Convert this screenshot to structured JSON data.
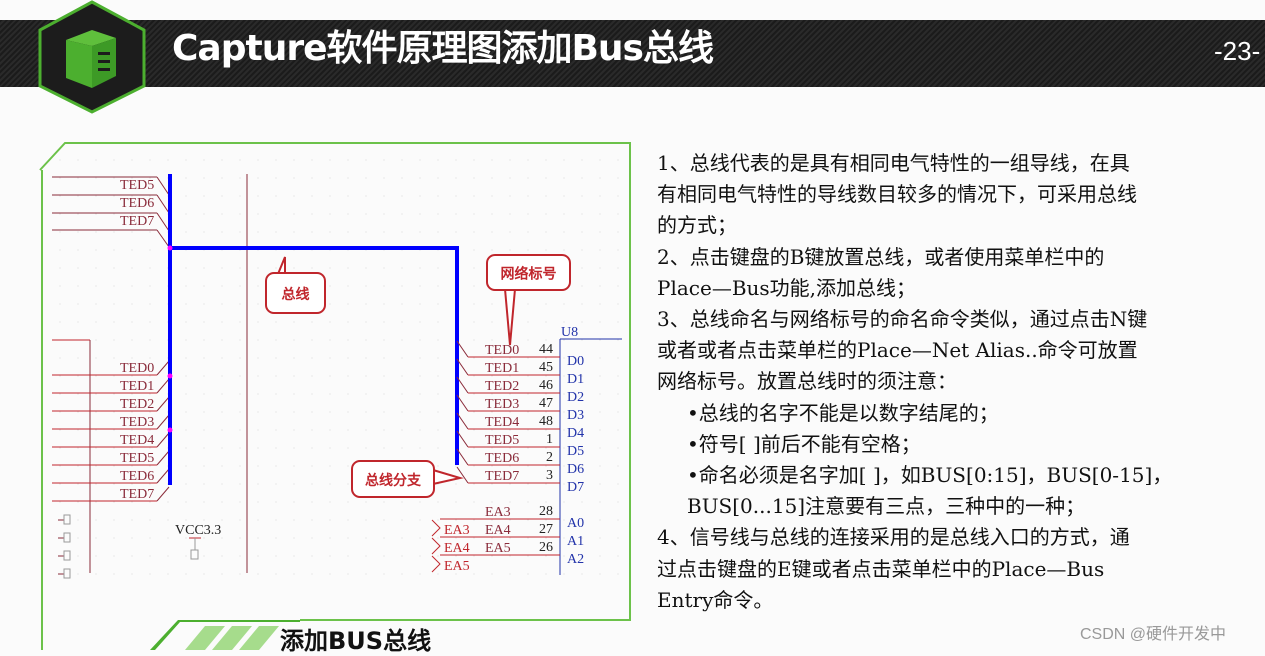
{
  "header": {
    "title": "Capture软件原理图添加Bus总线",
    "page_number": "-23-",
    "accent": "#4caf2f"
  },
  "schematic": {
    "left_top_labels": [
      "TED5",
      "TED6",
      "TED7"
    ],
    "left_bottom_labels": [
      "TED0",
      "TED1",
      "TED2",
      "TED3",
      "TED4",
      "TED5",
      "TED6",
      "TED7"
    ],
    "power_label": "VCC3.3",
    "part_ref": "U8",
    "right_nets": [
      {
        "net": "TED0",
        "pin": "44",
        "pin_name": "D0"
      },
      {
        "net": "TED1",
        "pin": "45",
        "pin_name": "D1"
      },
      {
        "net": "TED2",
        "pin": "46",
        "pin_name": "D2"
      },
      {
        "net": "TED3",
        "pin": "47",
        "pin_name": "D3"
      },
      {
        "net": "TED4",
        "pin": "48",
        "pin_name": "D4"
      },
      {
        "net": "TED5",
        "pin": "1",
        "pin_name": "D5"
      },
      {
        "net": "TED6",
        "pin": "2",
        "pin_name": "D6"
      },
      {
        "net": "TED7",
        "pin": "3",
        "pin_name": "D7"
      }
    ],
    "addr_nets": [
      {
        "net": "EA3",
        "pin": "28",
        "pin_name": "A0",
        "port": "EA3"
      },
      {
        "net": "EA4",
        "pin": "27",
        "pin_name": "A1",
        "port": "EA4"
      },
      {
        "net": "EA5",
        "pin": "26",
        "pin_name": "A2",
        "port": "EA5"
      }
    ],
    "callouts": {
      "bus": "总线",
      "net_alias": "网络标号",
      "bus_entry": "总线分支"
    },
    "bus_color": "#0000ff",
    "wire_color": "#c0262c"
  },
  "caption": "添加BUS总线",
  "notes": [
    {
      "text": "1、总线代表的是具有相同电气特性的一组导线，在具",
      "indent": false
    },
    {
      "text": "有相同电气特性的导线数目较多的情况下，可采用总线",
      "indent": false
    },
    {
      "text": "的方式；",
      "indent": false
    },
    {
      "text": "2、点击键盘的B键放置总线，或者使用菜单栏中的",
      "indent": false
    },
    {
      "text": "Place—Bus功能,添加总线；",
      "indent": false
    },
    {
      "text": "3、总线命名与网络标号的命名命令类似，通过点击N键",
      "indent": false
    },
    {
      "text": "或者或者点击菜单栏的Place—Net Alias..命令可放置",
      "indent": false
    },
    {
      "text": "网络标号。放置总线时的须注意：",
      "indent": false
    },
    {
      "text": "•总线的名字不能是以数字结尾的；",
      "indent": true
    },
    {
      "text": "•符号[ ]前后不能有空格；",
      "indent": true
    },
    {
      "text": "•命名必须是名字加[ ]，如BUS[0:15]，BUS[0-15]，",
      "indent": true
    },
    {
      "text": "BUS[0...15]注意要有三点，三种中的一种；",
      "indent": true
    },
    {
      "text": "4、信号线与总线的连接采用的是总线入口的方式，通",
      "indent": false
    },
    {
      "text": "过点击键盘的E键或者点击菜单栏中的Place—Bus",
      "indent": false
    },
    {
      "text": "Entry命令。",
      "indent": false
    }
  ],
  "watermark": "CSDN @硬件开发中"
}
